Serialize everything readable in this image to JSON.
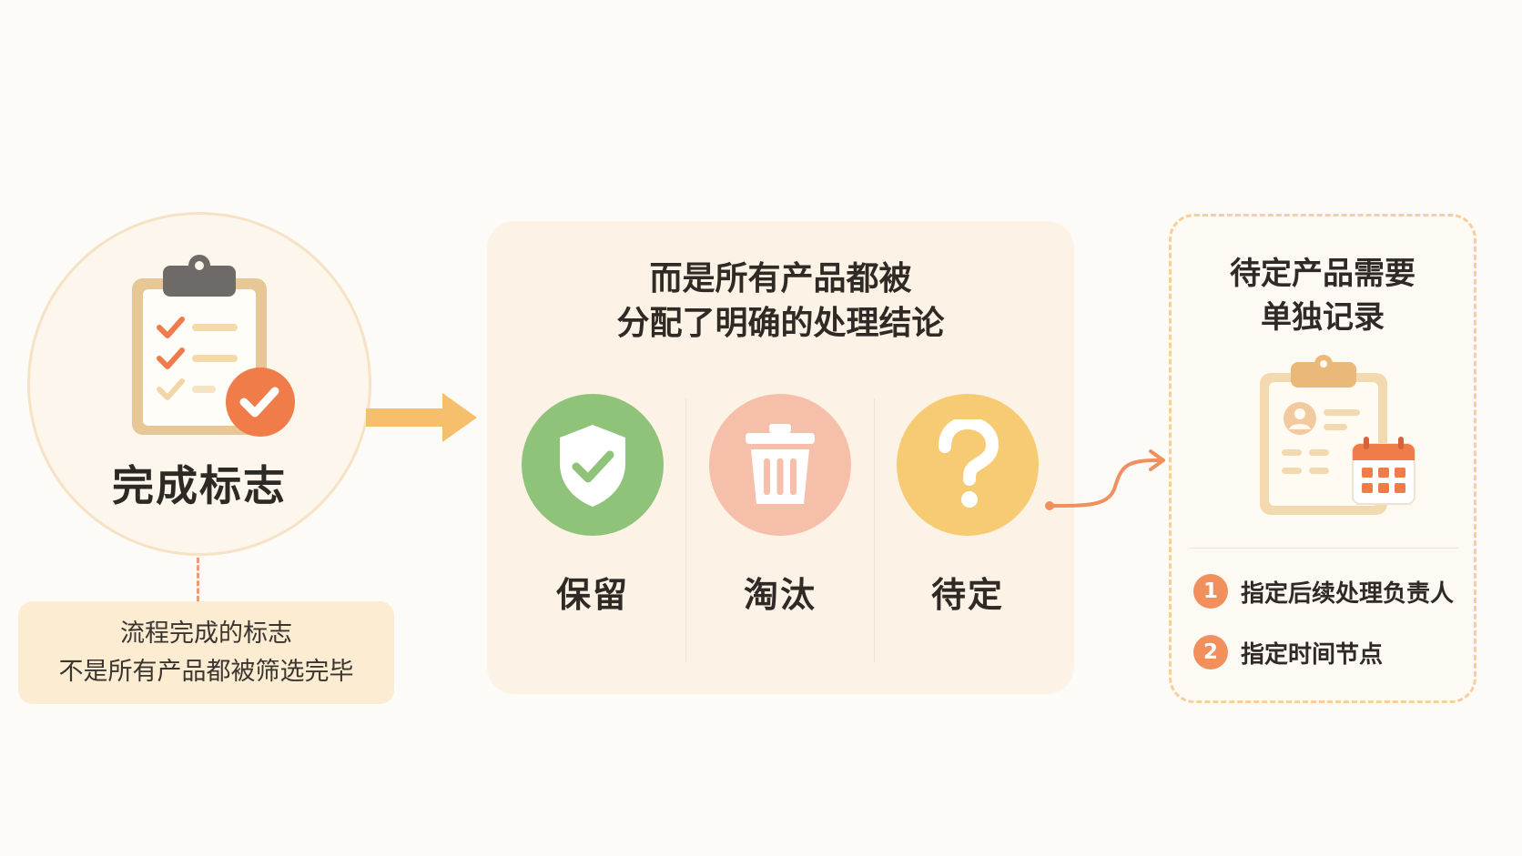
{
  "completion": {
    "title": "完成标志",
    "note_lines": [
      "流程完成的标志",
      "不是所有产品都被筛选完毕"
    ]
  },
  "middle": {
    "title_lines": [
      "而是所有产品都被",
      "分配了明确的处理结论"
    ],
    "outcomes": [
      {
        "label": "保留",
        "icon": "shield-check-icon",
        "color": "#8fc37a"
      },
      {
        "label": "淘汰",
        "icon": "trash-icon",
        "color": "#f6bfaa"
      },
      {
        "label": "待定",
        "icon": "question-icon",
        "color": "#f6cb73"
      }
    ]
  },
  "pending": {
    "title_lines": [
      "待定产品需要",
      "单独记录"
    ],
    "tasks": [
      {
        "number": "1",
        "text": "指定后续处理负责人"
      },
      {
        "number": "2",
        "text": "指定时间节点"
      }
    ]
  },
  "colors": {
    "accent_orange": "#f1905c",
    "arrow_yellow": "#f6bf6b",
    "panel_bg": "#fcf3e6",
    "note_bg": "#fbecd2"
  }
}
